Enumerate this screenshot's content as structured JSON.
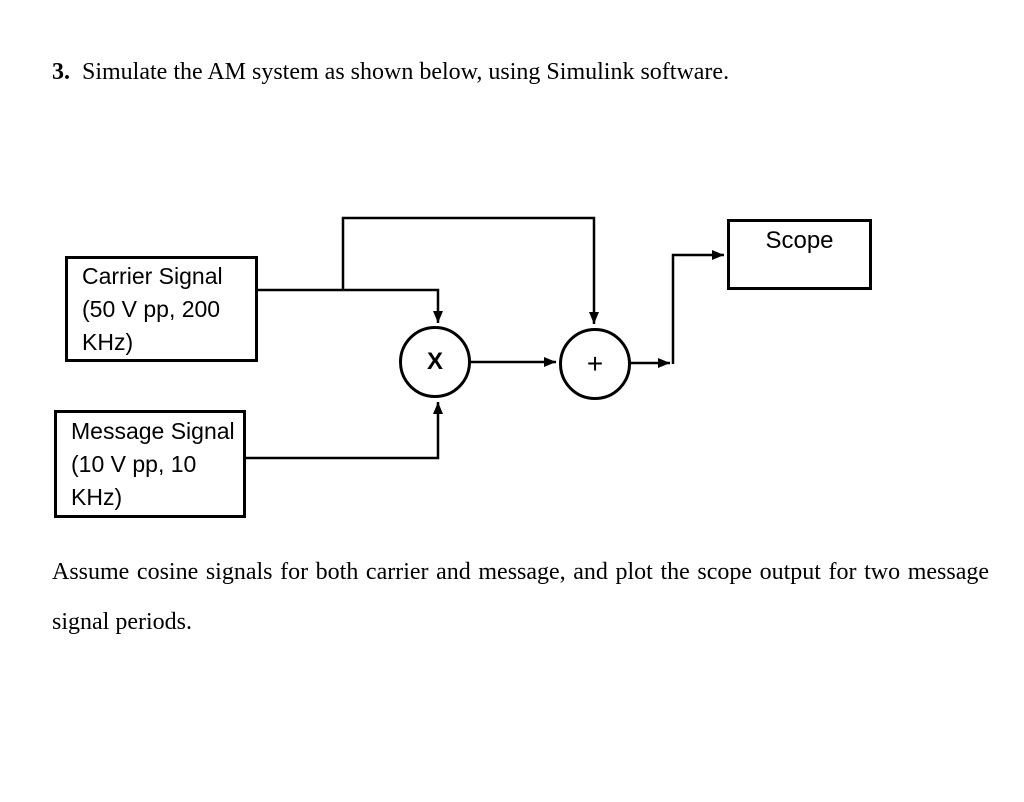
{
  "page": {
    "background": "#ffffff",
    "ink": "#000000"
  },
  "problem": {
    "number": "3.",
    "statement": "Simulate the AM system as shown below, using Simulink software."
  },
  "diagram": {
    "carrier": {
      "lines": [
        "Carrier Signal",
        "(50 V pp, 200",
        "KHz)"
      ]
    },
    "message": {
      "lines": [
        "Message Signal",
        "(10 V pp, 10",
        "KHz)"
      ]
    },
    "scope": {
      "label": "Scope"
    },
    "multiplier": {
      "symbol": "X"
    },
    "adder": {
      "symbol": "+"
    }
  },
  "footnote": {
    "text": "Assume cosine signals for both carrier and message, and plot the scope output for two message signal periods."
  }
}
